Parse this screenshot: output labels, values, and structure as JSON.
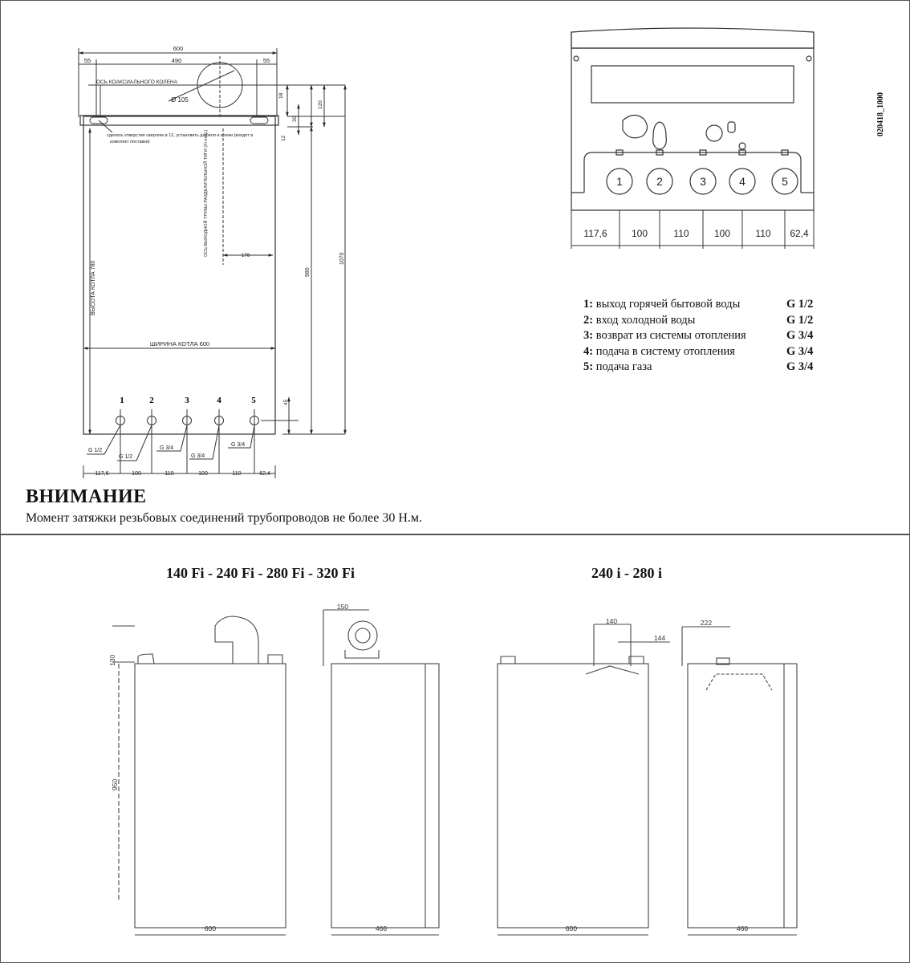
{
  "top_left": {
    "dims_top": {
      "total": "600",
      "left": "55",
      "mid": "490",
      "right": "55"
    },
    "flue_axis_label": "ОСЬ КОАКСИАЛЬНОГО КОЛЕНА",
    "flue_diameter": "Ø 105",
    "drill_note_line1": "сделать отверстия сверлом ø 12, установить дюбеля и крюки (входят в",
    "drill_note_line2": "комплект поставки)",
    "vertical_dims": {
      "d18": "18",
      "d30": "30",
      "d12": "12",
      "d120": "120",
      "d980": "980",
      "d1070": "1070",
      "d45": "45"
    },
    "pipe_axis_label": "ОСЬ ВЫХОДНОЙ ТРУБЫ РАЗДЕЛИТЕЛЬНОЙ ТЯГИ (Fi mod.)",
    "dim_176": "176",
    "height_label": "ВЫСОТА КОТЛА 780",
    "width_label": "ШИРИНА КОТЛА 600",
    "connectors": [
      "1",
      "2",
      "3",
      "4",
      "5"
    ],
    "thread_labels": [
      "G 1/2",
      "G 1/2",
      "G 3/4",
      "G 3/4",
      "G 3/4"
    ],
    "bottom_dims": [
      "117,6",
      "100",
      "110",
      "100",
      "110",
      "62,4"
    ]
  },
  "top_right": {
    "code": "020418_1000",
    "connectors": [
      "1",
      "2",
      "3",
      "4",
      "5"
    ],
    "bottom_dims": [
      "117,6",
      "100",
      "110",
      "100",
      "110",
      "62,4"
    ]
  },
  "legend": [
    {
      "num": "1:",
      "text": "выход горячей бытовой воды",
      "thread": "G 1/2"
    },
    {
      "num": "2:",
      "text": "вход холодной воды",
      "thread": "G 1/2"
    },
    {
      "num": "3:",
      "text": "возврат из системы отопления",
      "thread": "G 3/4"
    },
    {
      "num": "4:",
      "text": "подача в  систему отопления",
      "thread": "G 3/4"
    },
    {
      "num": "5:",
      "text": "подача газа",
      "thread": "G 3/4"
    }
  ],
  "warning": {
    "title": "ВНИМАНИЕ",
    "text": "Момент затяжки резьбовых соединений трубопроводов не более 30 Н.м."
  },
  "models": {
    "left_title": "140 Fi - 240 Fi - 280 Fi - 320 Fi",
    "right_title": "240 i - 280 i",
    "fi_front": {
      "d130": "130",
      "d950": "950",
      "d600": "600"
    },
    "fi_side": {
      "d150": "150",
      "d466": "466"
    },
    "i_front": {
      "d140": "140",
      "d144": "144",
      "d600": "600"
    },
    "i_side": {
      "d222": "222",
      "d466": "466"
    }
  }
}
